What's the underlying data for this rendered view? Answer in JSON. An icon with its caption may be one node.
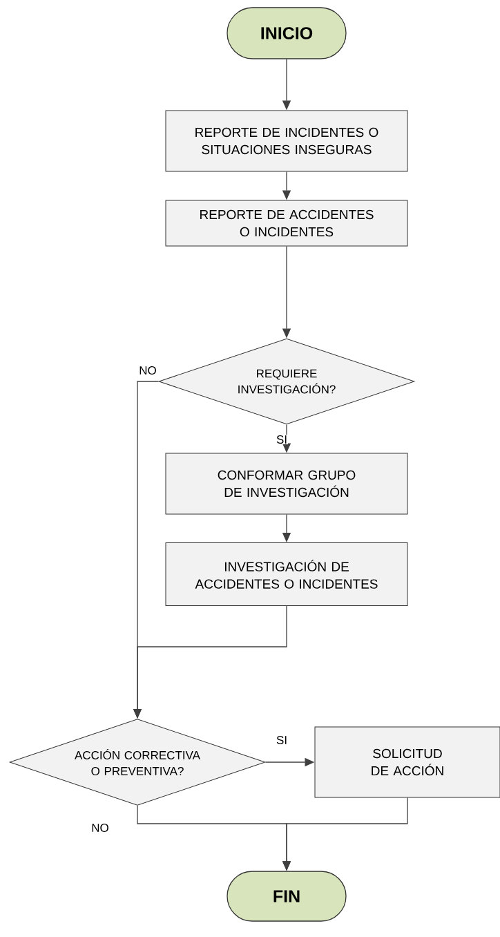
{
  "diagram": {
    "nodes": [
      {
        "text": [
          "INICIO"
        ]
      },
      {
        "text": [
          "REPORTE DE INCIDENTES O SITUACIONES INSEGURAS"
        ]
      },
      {
        "text": [
          "REPORTE DE ACCIDENTES O INCIDENTES"
        ]
      },
      {
        "text": [
          "REQUIERE INVESTIGACIÓN?"
        ]
      },
      {
        "text": [
          "CONFORMAR GRUPO DE INVESTIGACIÓN"
        ]
      },
      {
        "text": [
          "INVESTIGACIÓN DE ACCIDENTES O INCIDENTES"
        ]
      },
      {
        "text": [
          "ACCIÓN CORRECTIVA O PREVENTIVA?"
        ]
      },
      {
        "text": [
          "SOLICITUD DE ACCIÓN"
        ]
      },
      {
        "text": [
          "FIN"
        ]
      }
    ],
    "edges": [
      {
        "from": 0,
        "to": 1,
        "arrow": "to"
      },
      {
        "from": 1,
        "to": 2,
        "arrow": "to"
      },
      {
        "from": 2,
        "to": 3,
        "arrow": "to"
      },
      {
        "from": 3,
        "to": 4,
        "arrow": "to",
        "label": "SI"
      },
      {
        "from": 4,
        "to": 5,
        "arrow": "to"
      },
      {
        "from": 3,
        "to": 6,
        "arrow": "to",
        "label": "NO"
      },
      {
        "from": 5,
        "to": 6,
        "arrow": "to"
      },
      {
        "from": 6,
        "to": 7,
        "arrow": "to",
        "label": "SI"
      },
      {
        "from": 6,
        "to": 8,
        "arrow": "to",
        "label": "NO"
      },
      {
        "from": 7,
        "to": 8,
        "arrow": "to"
      }
    ]
  }
}
